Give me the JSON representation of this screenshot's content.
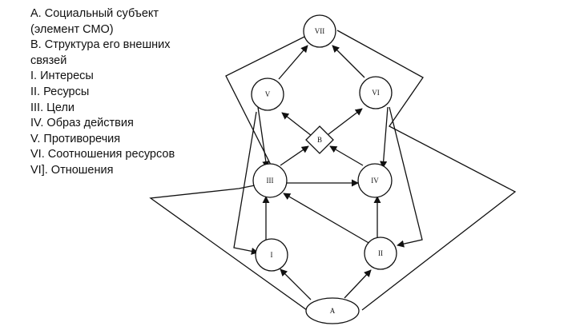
{
  "legend": [
    "А. Социальный субъект",
    "(элемент СМО)",
    "В. Структура его внешних",
    "связей",
    "I. Интересы",
    "II. Ресурсы",
    "III. Цели",
    "IV. Образ действия",
    "V. Противоречия",
    "VI. Соотношения ресурсов",
    "VI]. Отношения"
  ],
  "nodes": {
    "vii": "VII",
    "v": "V",
    "vi": "VI",
    "b": "B",
    "iii": "III",
    "iv": "IV",
    "i": "I",
    "ii": "II",
    "a": "A"
  }
}
